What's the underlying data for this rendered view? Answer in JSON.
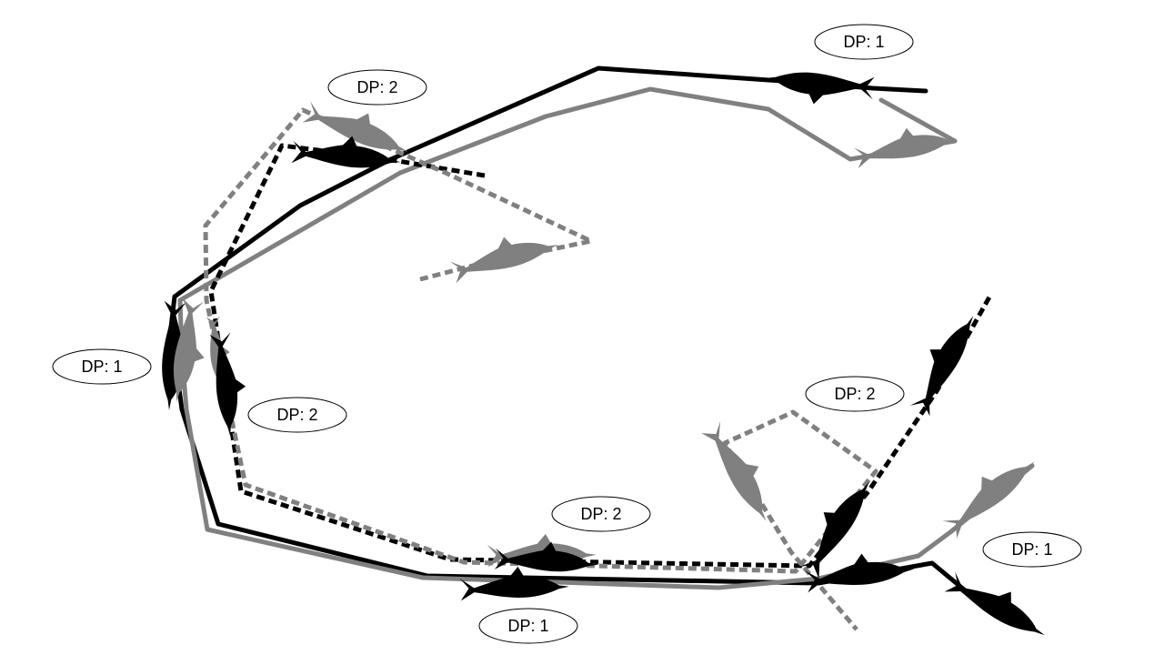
{
  "labels": {
    "top_right": "DP: 1",
    "top_left": "DP: 2",
    "left": "DP: 1",
    "left_inner": "DP: 2",
    "bottom_upper": "DP: 2",
    "bottom_lower": "DP: 1",
    "right_upper": "DP: 2",
    "right_lower": "DP: 1"
  },
  "colors": {
    "black": "#000000",
    "gray": "#808080"
  },
  "icons": {
    "animal": "dolphin-icon"
  }
}
